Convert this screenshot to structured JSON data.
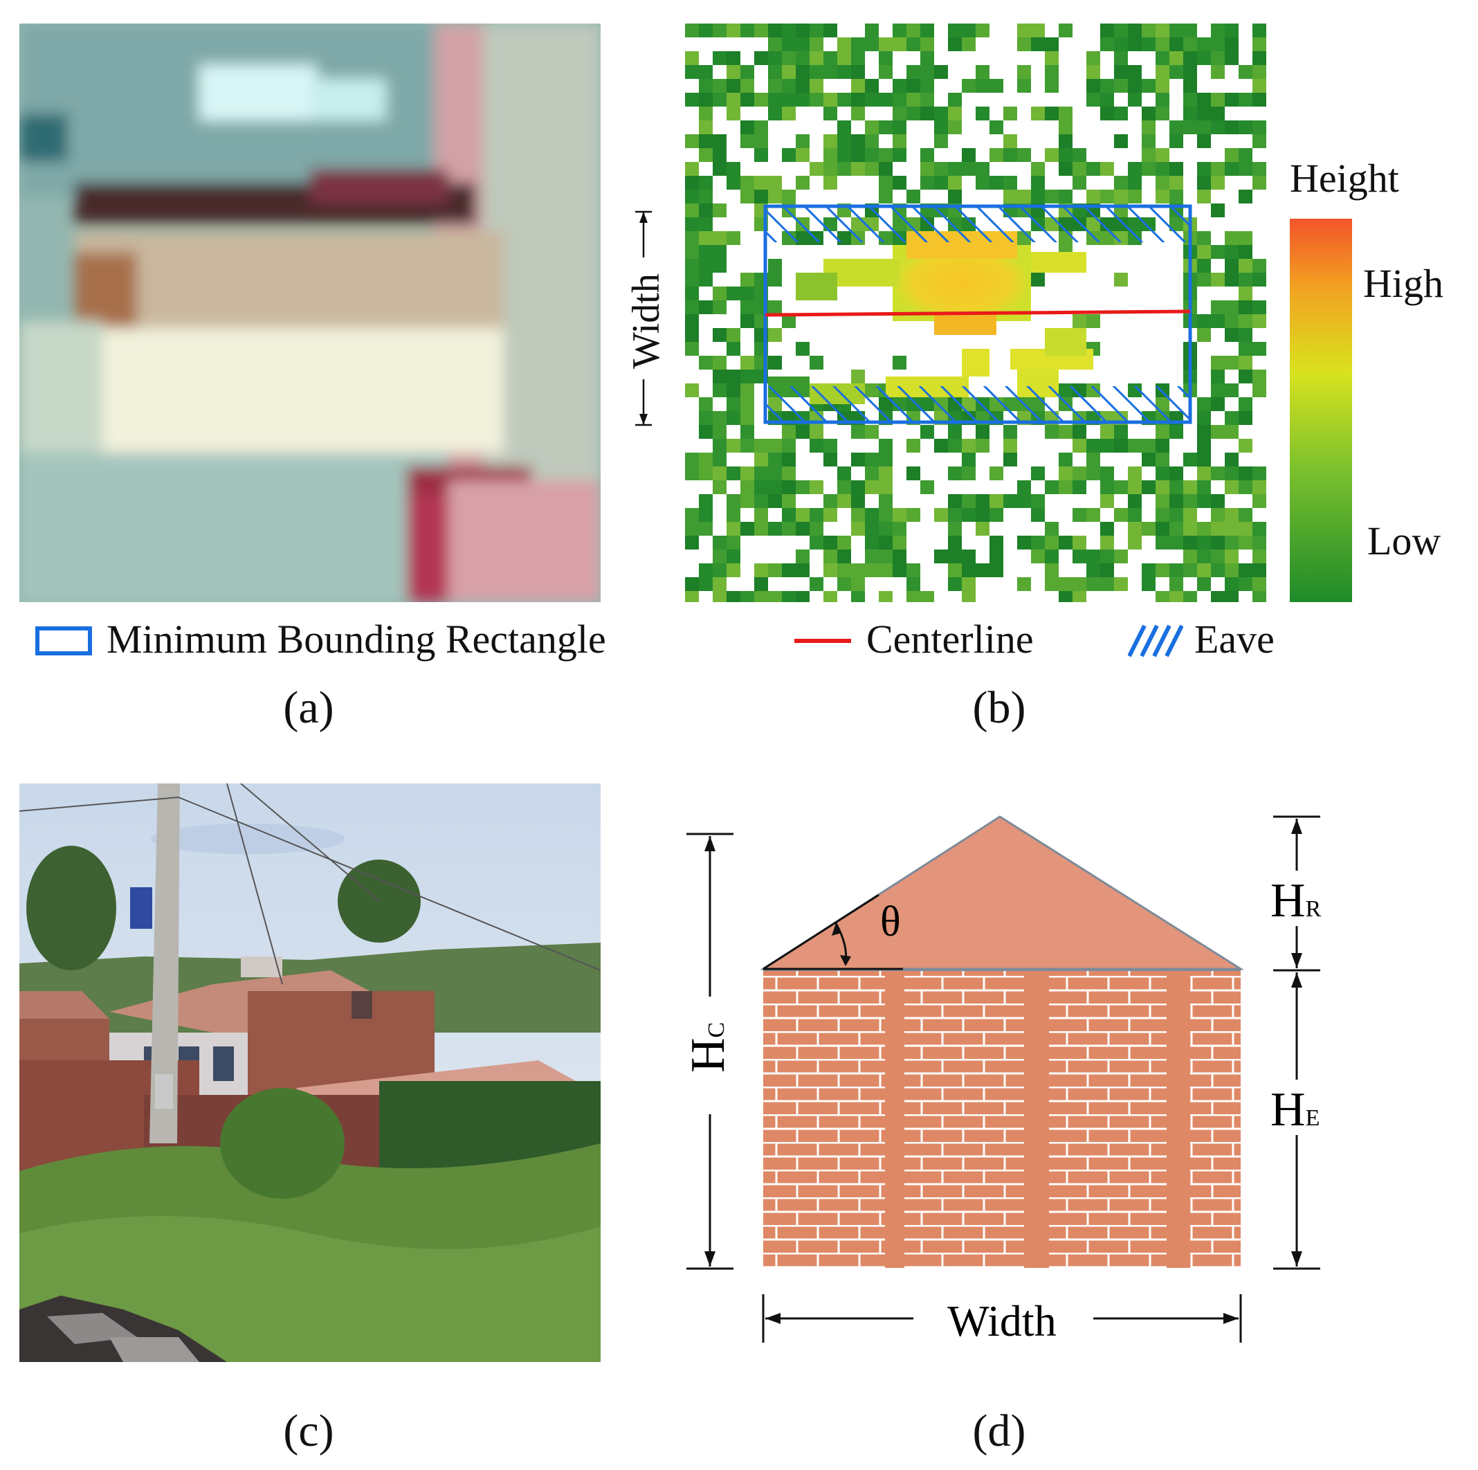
{
  "figure": {
    "captions": {
      "a": "(a)",
      "b": "(b)",
      "c": "(c)",
      "d": "(d)"
    }
  },
  "panel_b": {
    "width_label": "Width",
    "colorbar": {
      "title": "Height",
      "high": "High",
      "low": "Low",
      "colors": [
        "#1e8a2a",
        "#7cc12c",
        "#d9e21e",
        "#f2a221",
        "#f3542a"
      ]
    }
  },
  "legend": {
    "items": [
      {
        "label": "Minimum Bounding Rectangle",
        "color": "#1a6fe0",
        "icon": "rectangle-outline-icon"
      },
      {
        "label": "Centerline",
        "color": "#e81a1a",
        "icon": "line-icon"
      },
      {
        "label": "Eave",
        "color": "#1a6fe0",
        "icon": "hatch-icon"
      }
    ]
  },
  "panel_d": {
    "labels": {
      "theta": "θ",
      "width": "Width",
      "hc_main": "H",
      "hc_sub": "C",
      "hr_main": "H",
      "hr_sub": "R",
      "he_main": "H",
      "he_sub": "E"
    },
    "colors": {
      "roof": "#e2957a",
      "brick": "#df8866",
      "mortar": "#ffffff"
    }
  }
}
